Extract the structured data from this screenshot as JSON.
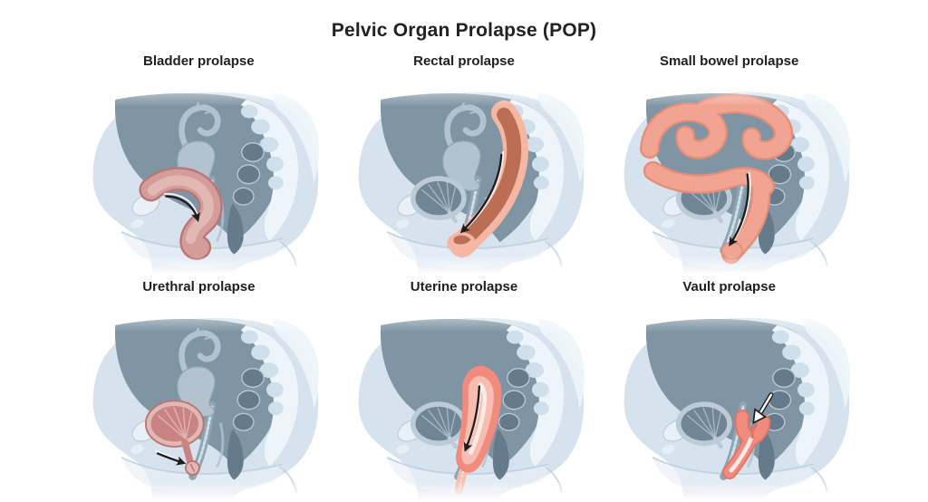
{
  "header": {
    "title": "Pelvic Organ Prolapse (POP)"
  },
  "panels": [
    {
      "id": "bladder-prolapse",
      "label": "Bladder prolapse",
      "highlighted_organ": "bladder",
      "arrow": "curved-down"
    },
    {
      "id": "rectal-prolapse",
      "label": "Rectal prolapse",
      "highlighted_organ": "rectum",
      "arrow": "curved-down-left"
    },
    {
      "id": "small-bowel-prolapse",
      "label": "Small bowel prolapse",
      "highlighted_organ": "small-bowel",
      "arrow": "long-down"
    },
    {
      "id": "urethral-prolapse",
      "label": "Urethral prolapse",
      "highlighted_organ": "urethra",
      "arrow": "short-down-right"
    },
    {
      "id": "uterine-prolapse",
      "label": "Uterine prolapse",
      "highlighted_organ": "uterus",
      "arrow": "straight-down"
    },
    {
      "id": "vault-prolapse",
      "label": "Vault prolapse",
      "highlighted_organ": "vaginal-vault",
      "arrow": "outlined-down-left"
    }
  ],
  "colors": {
    "page-bg": "#ffffff",
    "title-text": "#222222",
    "label-text": "#1f1f1f",
    "body-blue": "#d6e3ee",
    "body-shade": "#b9cdda",
    "body-light": "#e9f0f7",
    "cavity": "#7f95a4",
    "cavity-dark": "#657b8c",
    "bone-white": "#eef5fa",
    "bone-light": "#cfdfeb",
    "organ-gray": "#b2c2ce",
    "organ-gray-dark": "#90a5b4",
    "organ-slate": "#708595",
    "rim-light": "#bccbd7",
    "dusty-pink": "#d49c9a",
    "dusty-mid": "#c98383",
    "dusty-dark": "#b87674",
    "dusty-light": "#e2b8b4",
    "salmon": "#f2a492",
    "salmon-edge": "#e28e79",
    "salmon-light": "#f4b7a4",
    "rust": "#bc6e55",
    "coral": "#f08b7e",
    "coral-edge": "#e07466",
    "coral-light": "#f8bcb0",
    "coral-pale": "#fdeae5",
    "arrow-black": "#1d1d1d",
    "arrow-white": "#ffffff"
  }
}
